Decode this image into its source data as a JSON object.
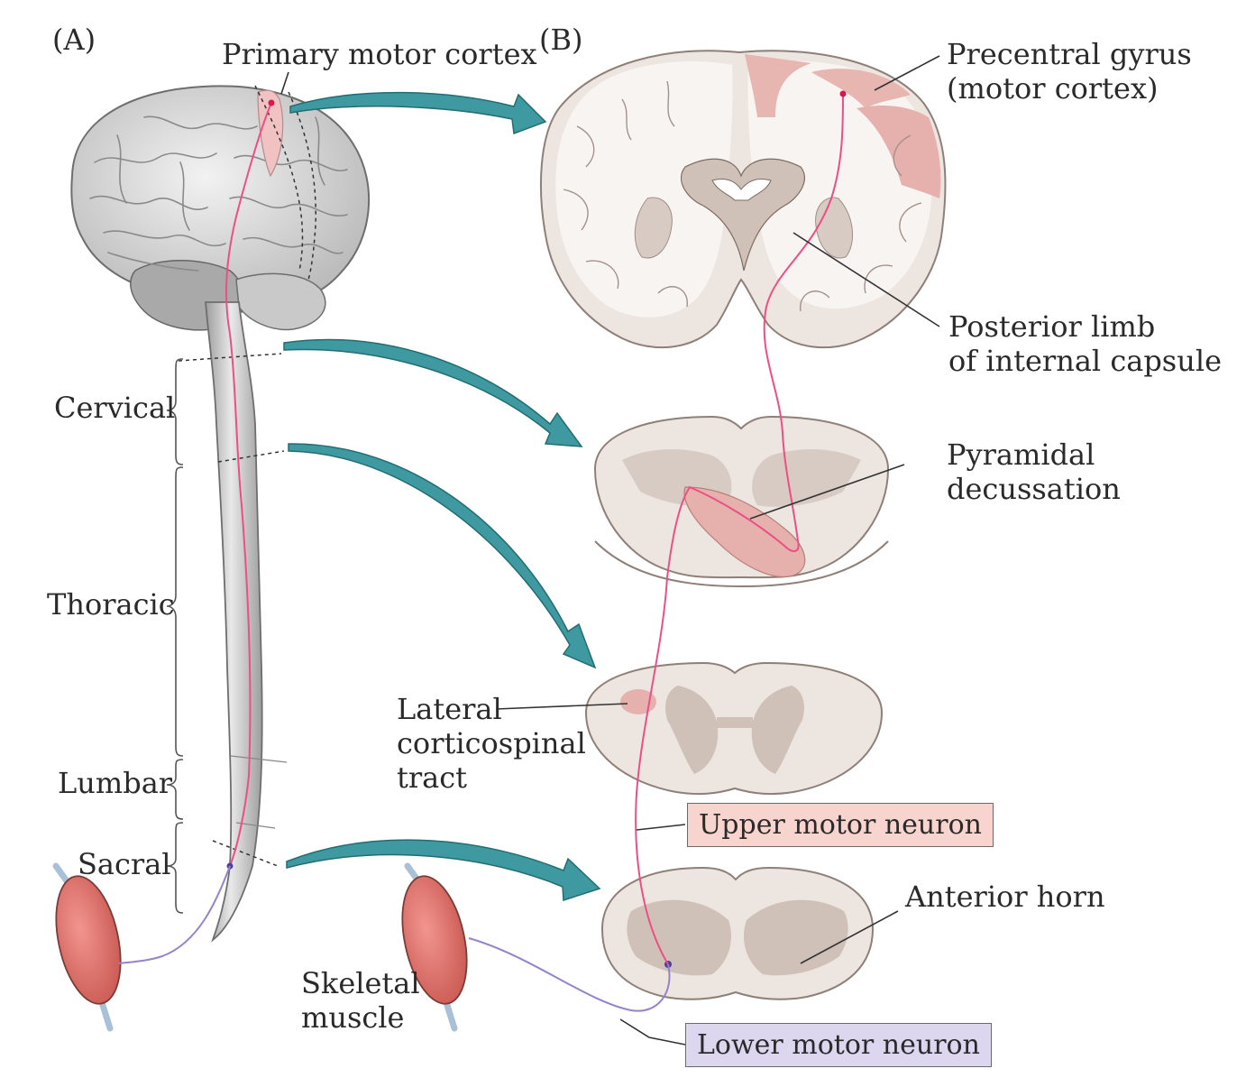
{
  "panels": {
    "a": "(A)",
    "b": "(B)"
  },
  "labels": {
    "primary_motor_cortex": "Primary motor cortex",
    "precentral_gyrus_line1": "Precentral gyrus",
    "precentral_gyrus_line2": "(motor cortex)",
    "posterior_limb_line1": "Posterior limb",
    "posterior_limb_line2": "of internal  capsule",
    "pyramidal_line1": "Pyramidal",
    "pyramidal_line2": "decussation",
    "lateral_line1": "Lateral",
    "lateral_line2": "corticospinal",
    "lateral_line3": "tract",
    "anterior_horn": "Anterior horn",
    "skeletal_line1": "Skeletal",
    "skeletal_line2": "muscle",
    "upper_motor_neuron": "Upper motor neuron",
    "lower_motor_neuron": "Lower motor neuron"
  },
  "spinal_regions": [
    "Cervical",
    "Thoracic",
    "Lumbar",
    "Sacral"
  ],
  "colors": {
    "arrow": "#3e9aa0",
    "upper_neuron": "#ec4f86",
    "lower_neuron": "#9683c8",
    "tissue": "#ede5e0",
    "white_matter": "#f7f4f2",
    "gray_matter": "#cfc0b8",
    "motor_tract": "#e6b1ac",
    "muscle": "#dd6c66"
  }
}
